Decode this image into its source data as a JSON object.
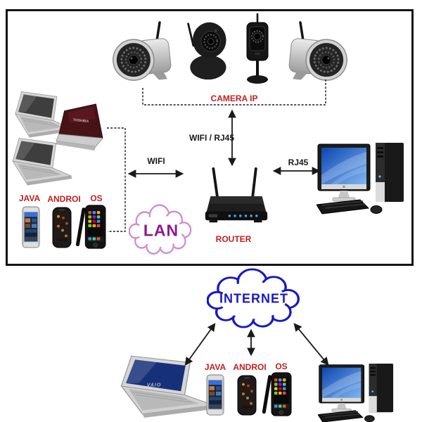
{
  "lan_section": {
    "camera_group_label": "CAMERA IP",
    "wifi_rj45_label": "WIFI / RJ45",
    "wifi_label": "WIFI",
    "rj45_label": "RJ45",
    "router_label": "ROUTER",
    "cloud_label": "LAN",
    "laptop_brand": "TOSHIBA",
    "phones": [
      {
        "label": "JAVA"
      },
      {
        "label": "ANDROI"
      },
      {
        "label": "OS"
      }
    ]
  },
  "internet_section": {
    "cloud_label": "INTERNET",
    "laptop_brand": "VAIO",
    "phones": [
      {
        "label": "JAVA"
      },
      {
        "label": "ANDROI"
      },
      {
        "label": "OS"
      }
    ]
  },
  "colors": {
    "label_red": "#c02020",
    "label_black": "#1a1a1a",
    "lan_text": "#8d1a8d",
    "lan_cloud_stroke": "#cf8fcf",
    "internet_blue": "#1a1abe",
    "border_black": "#141414"
  }
}
